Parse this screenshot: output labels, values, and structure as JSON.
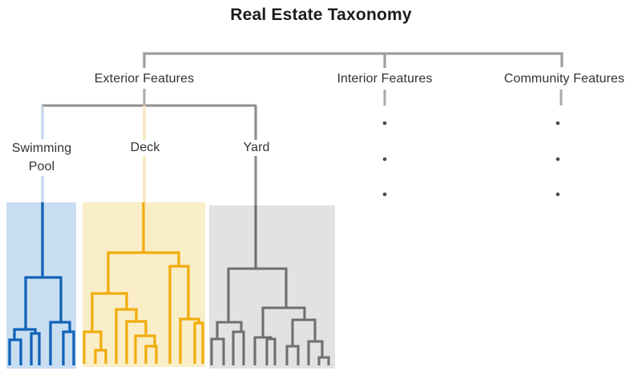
{
  "title": "Real Estate Taxonomy",
  "branches": [
    {
      "label": "Exterior Features"
    },
    {
      "label": "Interior Features"
    },
    {
      "label": "Community Features"
    }
  ],
  "exterior_subbranches": [
    {
      "label": "Swimming Pool"
    },
    {
      "label": "Deck"
    },
    {
      "label": "Yard"
    }
  ],
  "ellipsis": {
    "dot_count_per_column": 3,
    "columns": [
      "Interior Features",
      "Community Features"
    ]
  },
  "colors": {
    "connector_top": "#9e9e9e",
    "connector_sub": "#8f8f8f",
    "stub_light": "#aaaaaa",
    "pool_drop": "#c5d9ee",
    "deck_drop": "#f9e6bf",
    "yard_drop": "#8e8e8e",
    "pool_line": "#1263b8",
    "deck_line": "#f1ad0e",
    "yard_line": "#6f6f6f",
    "pool_block": "#cadef2",
    "deck_block": "#faeec8",
    "yard_block": "#e2e2e2",
    "dot": "#4a4a4a",
    "title_text": "#1c1c1c",
    "label_text": "#333333"
  }
}
